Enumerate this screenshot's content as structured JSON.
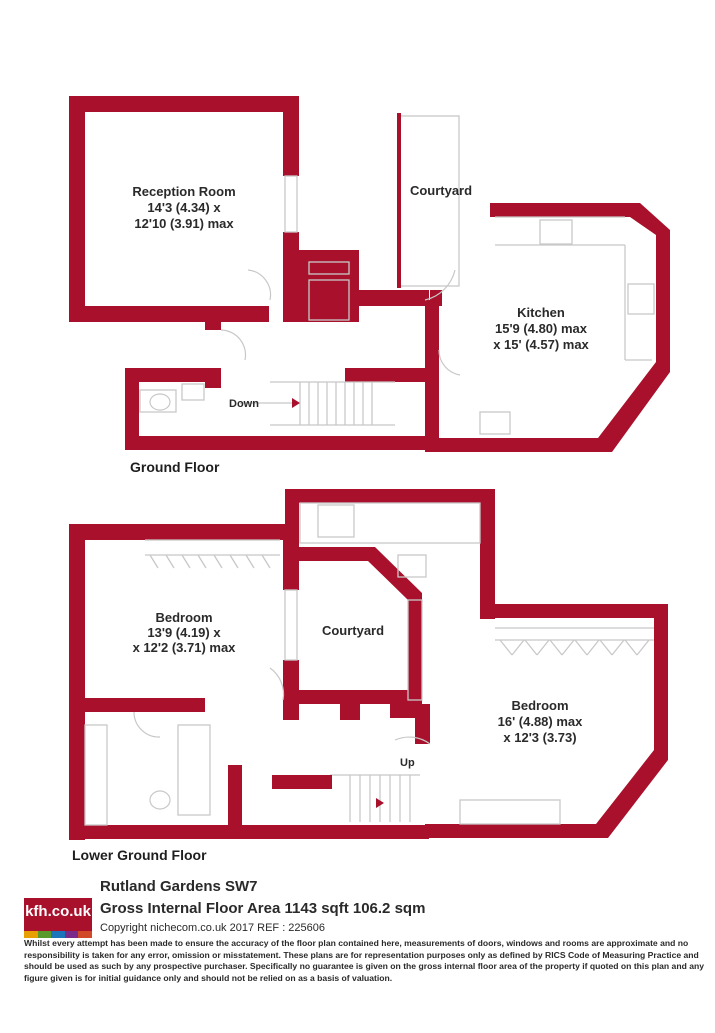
{
  "plan": {
    "wall_color": "#a8102b",
    "fixture_color": "#c8c8c8",
    "ground_floor": {
      "label": "Ground Floor",
      "rooms": [
        {
          "name": "Reception Room",
          "dim1": "14'3 (4.34) x",
          "dim2": "12'10 (3.91) max"
        },
        {
          "name": "Courtyard"
        },
        {
          "name": "Kitchen",
          "dim1": "15'9 (4.80) max",
          "dim2": "x 15' (4.57) max"
        }
      ],
      "stair_label": "Down"
    },
    "lower_ground_floor": {
      "label": "Lower Ground Floor",
      "rooms": [
        {
          "name": "Bedroom",
          "dim1": "13'9 (4.19) x",
          "dim2": "x 12'2 (3.71) max"
        },
        {
          "name": "Courtyard"
        },
        {
          "name": "Bedroom",
          "dim1": "16' (4.88) max",
          "dim2": "x 12'3 (3.73)"
        }
      ],
      "stair_label": "Up"
    }
  },
  "footer": {
    "logo_text": "kfh.co.uk",
    "logo_stripe_colors": [
      "#e8a000",
      "#5a9a2a",
      "#1b75bb",
      "#7a2a8a",
      "#d04a2a"
    ],
    "address": "Rutland Gardens  SW7",
    "area": "Gross Internal Floor Area 1143 sqft 106.2 sqm",
    "copyright": "Copyright nichecom.co.uk 2017 REF : 225606",
    "disclaimer": "Whilst every attempt has been made to ensure the accuracy of the floor plan contained here, measurements of doors, windows and rooms are approximate and no responsibility is taken for any error, omission or misstatement.  These plans are for representation purposes only as defined by RICS Code of Measuring Practice and should be used as such by any prospective purchaser.  Specifically no guarantee is given on the gross internal floor area of the property if quoted on this plan and any figure given is for initial guidance only and should not be relied on as a basis of valuation."
  }
}
